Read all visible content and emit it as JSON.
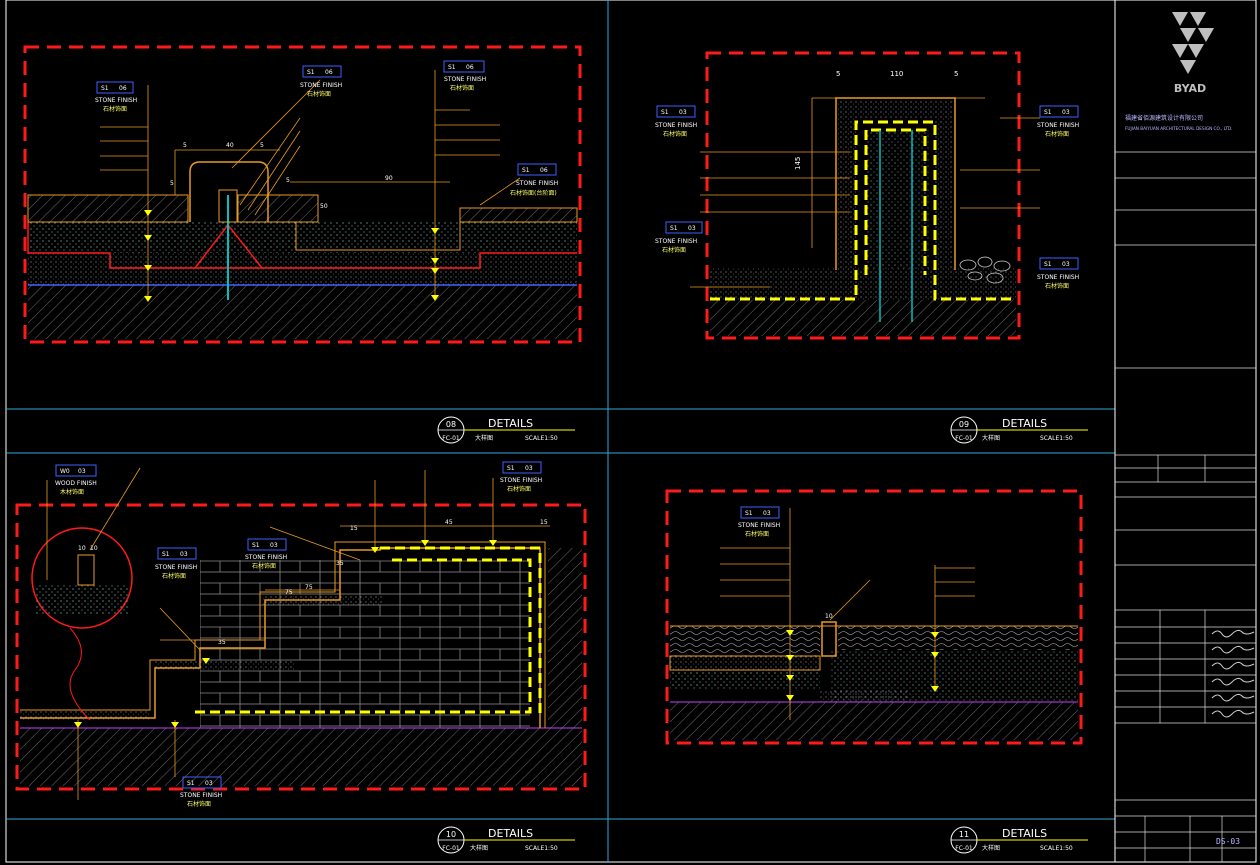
{
  "sheet": {
    "background": "#000000",
    "frame_color": "#ffffff",
    "divider_color": "#31a8d8",
    "dash_color": "#ff1a1a",
    "accent_yellow": "#ffff00",
    "accent_orange": "#e89a20",
    "accent_cyan": "#00ffff",
    "accent_magenta": "#c040ff"
  },
  "details": [
    {
      "id": "d08",
      "number": "08",
      "label": "DETAILS",
      "code": "FC-01",
      "sub": "大样图",
      "scale": "SCALE1:50",
      "tags": [
        {
          "a": "S1",
          "b": "06",
          "t1": "STONE FINISH",
          "t2": "石材饰面"
        },
        {
          "a": "S1",
          "b": "06",
          "t1": "STONE FINISH",
          "t2": "石材饰面"
        },
        {
          "a": "S1",
          "b": "06",
          "t1": "STONE FINISH",
          "t2": "石材饰面"
        },
        {
          "a": "S1",
          "b": "06",
          "t1": "STONE FINISH",
          "t2": "石材饰面(台阶面)"
        }
      ],
      "dims": [
        "40",
        "5",
        "5",
        "5",
        "90",
        "5",
        "50"
      ]
    },
    {
      "id": "d09",
      "number": "09",
      "label": "DETAILS",
      "code": "FC-01",
      "sub": "大样图",
      "scale": "SCALE1:50",
      "tags": [
        {
          "a": "S1",
          "b": "03",
          "t1": "STONE FINISH",
          "t2": "石材饰面"
        },
        {
          "a": "S1",
          "b": "03",
          "t1": "STONE FINISH",
          "t2": "石材饰面"
        },
        {
          "a": "S1",
          "b": "03",
          "t1": "STONE FINISH",
          "t2": "石材饰面"
        },
        {
          "a": "S1",
          "b": "03",
          "t1": "STONE FINISH",
          "t2": "石材饰面"
        }
      ],
      "dims": [
        "5",
        "110",
        "5",
        "145"
      ]
    },
    {
      "id": "d10",
      "number": "10",
      "label": "DETAILS",
      "code": "FC-01",
      "sub": "大样图",
      "scale": "SCALE1:50",
      "tags": [
        {
          "a": "W0",
          "b": "03",
          "t1": "WOOD FINISH",
          "t2": "木材饰面"
        },
        {
          "a": "S1",
          "b": "03",
          "t1": "STONE FINISH",
          "t2": "石材饰面"
        },
        {
          "a": "S1",
          "b": "03",
          "t1": "STONE FINISH",
          "t2": "石材饰面"
        },
        {
          "a": "S1",
          "b": "03",
          "t1": "STONE FINISH",
          "t2": "石材饰面"
        },
        {
          "a": "S1",
          "b": "03",
          "t1": "STONE FINISH",
          "t2": "石材饰面"
        }
      ],
      "dims": [
        "10",
        "10",
        "35",
        "75",
        "75",
        "15",
        "45",
        "15",
        "35"
      ]
    },
    {
      "id": "d11",
      "number": "11",
      "label": "DETAILS",
      "code": "FC-01",
      "sub": "大样图",
      "scale": "SCALE1:50",
      "tags": [
        {
          "a": "S1",
          "b": "03",
          "t1": "STONE FINISH",
          "t2": "石材饰面"
        }
      ],
      "dims": [
        "10"
      ]
    }
  ],
  "titleblock": {
    "logo_text": "BYAD",
    "company_cn": "福建省佰源建筑设计有限公司",
    "company_en": "FUJIAN BAIYUAN ARCHITECTURAL DESIGN CO., LTD.",
    "drawing_no": "DS-03"
  }
}
